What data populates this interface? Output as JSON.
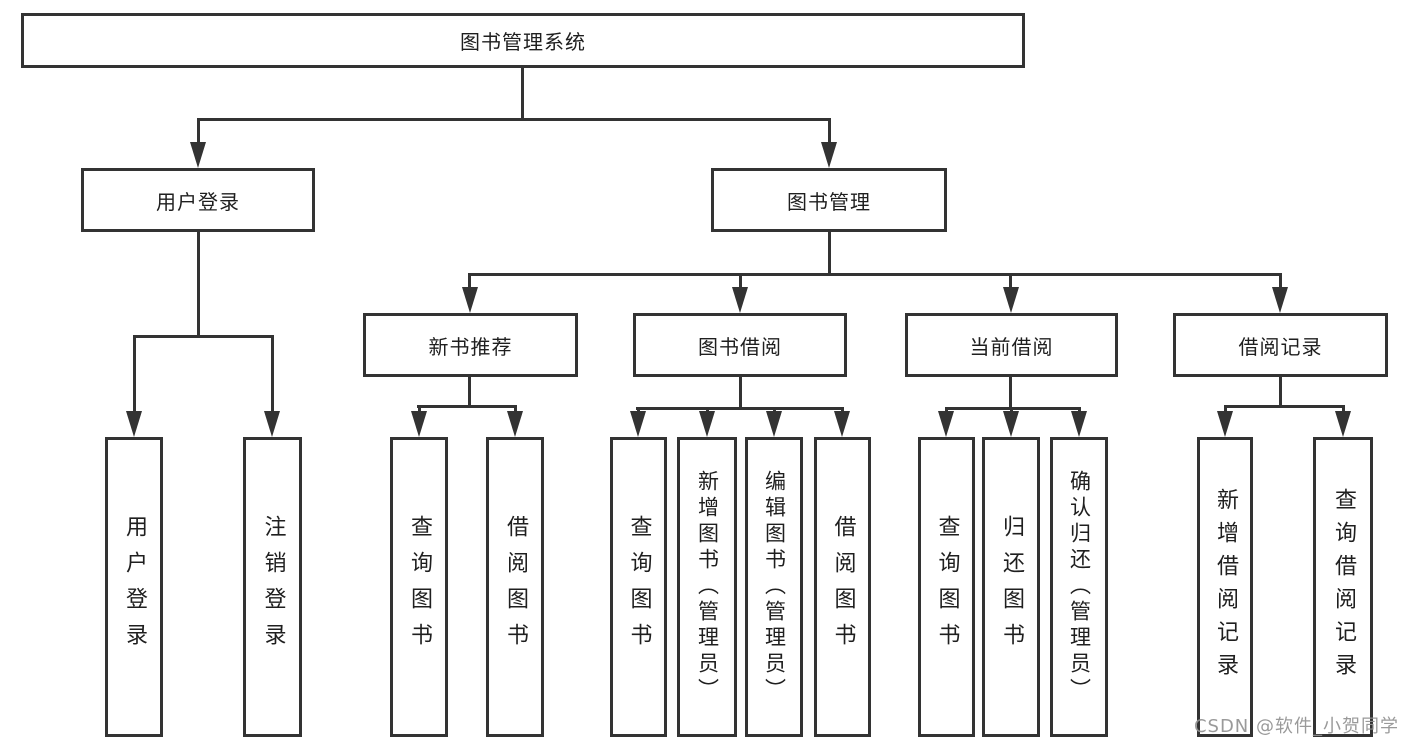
{
  "diagram": {
    "title": "图书管理系统",
    "children": [
      {
        "label": "用户登录",
        "children": [
          {
            "label": "用户登录"
          },
          {
            "label": "注销登录"
          }
        ]
      },
      {
        "label": "图书管理",
        "children": [
          {
            "label": "新书推荐",
            "children": [
              {
                "label": "查询图书"
              },
              {
                "label": "借阅图书"
              }
            ]
          },
          {
            "label": "图书借阅",
            "children": [
              {
                "label": "查询图书"
              },
              {
                "label": "新增图书（管理员）"
              },
              {
                "label": "编辑图书（管理员）"
              },
              {
                "label": "借阅图书"
              }
            ]
          },
          {
            "label": "当前借阅",
            "children": [
              {
                "label": "查询图书"
              },
              {
                "label": "归还图书"
              },
              {
                "label": "确认归还（管理员）"
              }
            ]
          },
          {
            "label": "借阅记录",
            "children": [
              {
                "label": "新增借阅记录"
              },
              {
                "label": "查询借阅记录"
              }
            ]
          }
        ]
      }
    ]
  },
  "colors": {
    "line": "#333333",
    "text": "#1f1f1f",
    "watermark": "#919191",
    "background": "#ffffff"
  },
  "watermark": "CSDN @软件_小贺同学"
}
